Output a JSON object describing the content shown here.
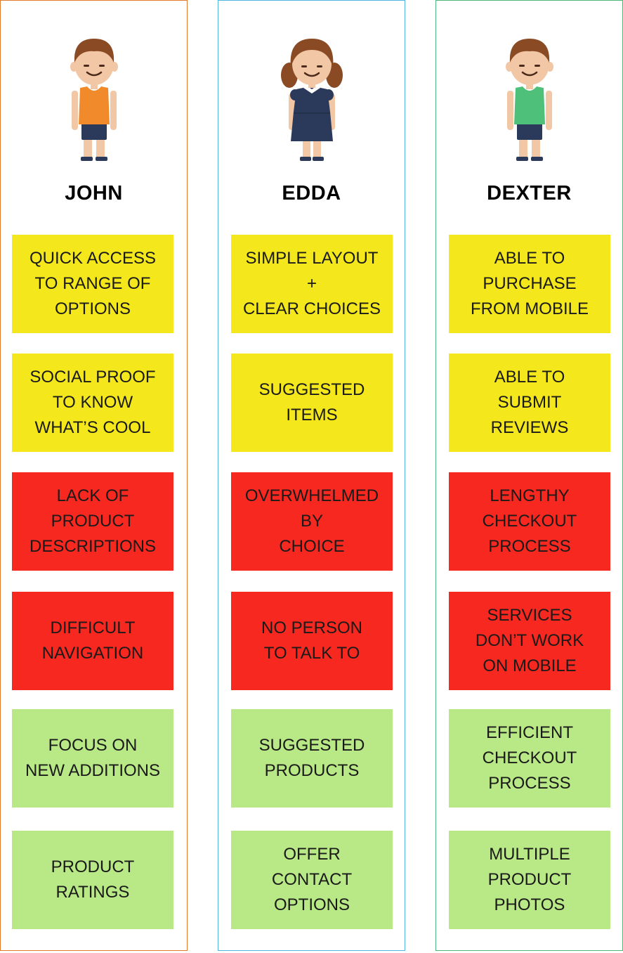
{
  "personas": [
    {
      "name": "JOHN",
      "border_color": "#e27a2b",
      "shirt_color": "#f08a2a",
      "cards": [
        {
          "type": "need",
          "text": "QUICK ACCESS\nTO RANGE OF\nOPTIONS"
        },
        {
          "type": "need",
          "text": "SOCIAL PROOF\nTO KNOW\nWHAT’S COOL"
        },
        {
          "type": "pain",
          "text": "LACK OF\nPRODUCT\nDESCRIPTIONS"
        },
        {
          "type": "pain",
          "text": "DIFFICULT\nNAVIGATION"
        },
        {
          "type": "solution",
          "text": "FOCUS ON\nNEW ADDITIONS"
        },
        {
          "type": "solution",
          "text": "PRODUCT\nRATINGS"
        }
      ]
    },
    {
      "name": "EDDA",
      "border_color": "#4fb7e0",
      "shirt_color": "#2b3a5a",
      "cards": [
        {
          "type": "need",
          "text": "SIMPLE LAYOUT\n+\nCLEAR CHOICES"
        },
        {
          "type": "need",
          "text": "SUGGESTED\nITEMS"
        },
        {
          "type": "pain",
          "text": "OVERWHELMED\nBY\nCHOICE"
        },
        {
          "type": "pain",
          "text": "NO PERSON\nTO TALK TO"
        },
        {
          "type": "solution",
          "text": "SUGGESTED\nPRODUCTS"
        },
        {
          "type": "solution",
          "text": "OFFER\nCONTACT\nOPTIONS"
        }
      ]
    },
    {
      "name": "DEXTER",
      "border_color": "#4cb97a",
      "shirt_color": "#4fc07a",
      "cards": [
        {
          "type": "need",
          "text": "ABLE TO\nPURCHASE\nFROM MOBILE"
        },
        {
          "type": "need",
          "text": "ABLE TO\nSUBMIT\nREVIEWS"
        },
        {
          "type": "pain",
          "text": "LENGTHY\nCHECKOUT\nPROCESS"
        },
        {
          "type": "pain",
          "text": "SERVICES\nDON’T WORK\nON MOBILE"
        },
        {
          "type": "solution",
          "text": "EFFICIENT\nCHECKOUT\nPROCESS"
        },
        {
          "type": "solution",
          "text": "MULTIPLE\nPRODUCT\nPHOTOS"
        }
      ]
    }
  ],
  "colors": {
    "need": "#f4e81c",
    "pain": "#f6281f",
    "solution": "#b9e886",
    "skin": "#f2c7a6",
    "hair": "#8a4a24",
    "shorts": "#2b3a5a"
  },
  "icons": {
    "john": "boy-avatar-icon",
    "edda": "girl-avatar-icon",
    "dexter": "boy-avatar-icon"
  }
}
